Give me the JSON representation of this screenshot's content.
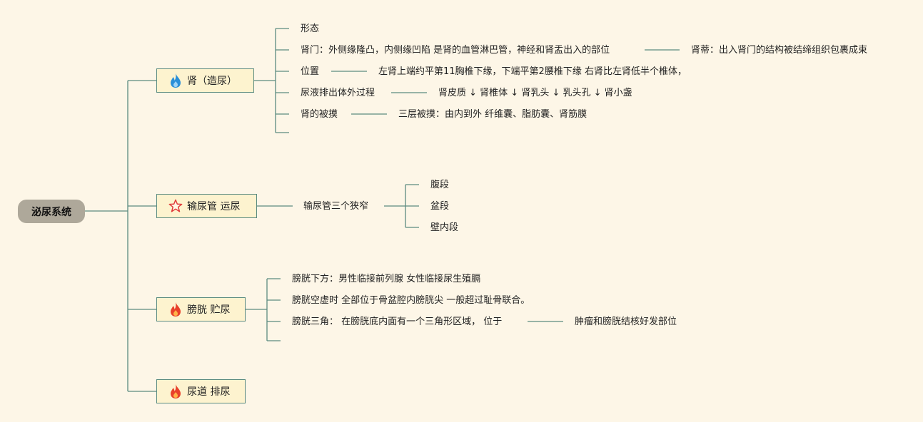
{
  "root": "泌尿系统",
  "branches": [
    {
      "label": "肾（造尿）",
      "icon": "blue-flame-icon"
    },
    {
      "label": "输尿管 运尿",
      "icon": "red-star-icon"
    },
    {
      "label": "膀胱 贮尿",
      "icon": "red-flame-icon"
    },
    {
      "label": "尿道 排尿",
      "icon": "red-flame-icon"
    }
  ],
  "kidney": {
    "items": [
      "形态",
      "肾门：外侧缘隆凸，内侧缘凹陷 是肾的血管淋巴管，神经和肾盂出入的部位",
      "位置",
      "尿液排出体外过程",
      "肾的被摸"
    ],
    "details": {
      "hilum": "肾蒂：出入肾门的结构被结缔组织包裹成束",
      "position": "左肾上端约平第11胸椎下缘，下端平第2腰椎下缘 右肾比左肾低半个椎体，",
      "excretion": "肾皮质 ↓ 肾椎体 ↓ 肾乳头 ↓ 乳头孔 ↓ 肾小盏",
      "capsule": "三层被摸：由内到外 纤维囊、脂肪囊、肾筋膜"
    }
  },
  "ureter": {
    "item": "输尿管三个狭窄",
    "segments": [
      "腹段",
      "盆段",
      "壁内段"
    ]
  },
  "bladder": {
    "items": [
      "膀胱下方：男性临接前列腺 女性临接尿生殖膈",
      "膀胱空虚时 全部位于骨盆腔内膀胱尖 一般超过耻骨联合。",
      "膀胱三角： 在膀胱底内面有一个三角形区域， 位于"
    ],
    "trigone_detail": "肿瘤和膀胱结核好发部位"
  },
  "colors": {
    "line": "#5b8b80",
    "node_fill": "#fdf3cf",
    "root_fill": "#aea89a",
    "background": "#fdf6e7"
  }
}
